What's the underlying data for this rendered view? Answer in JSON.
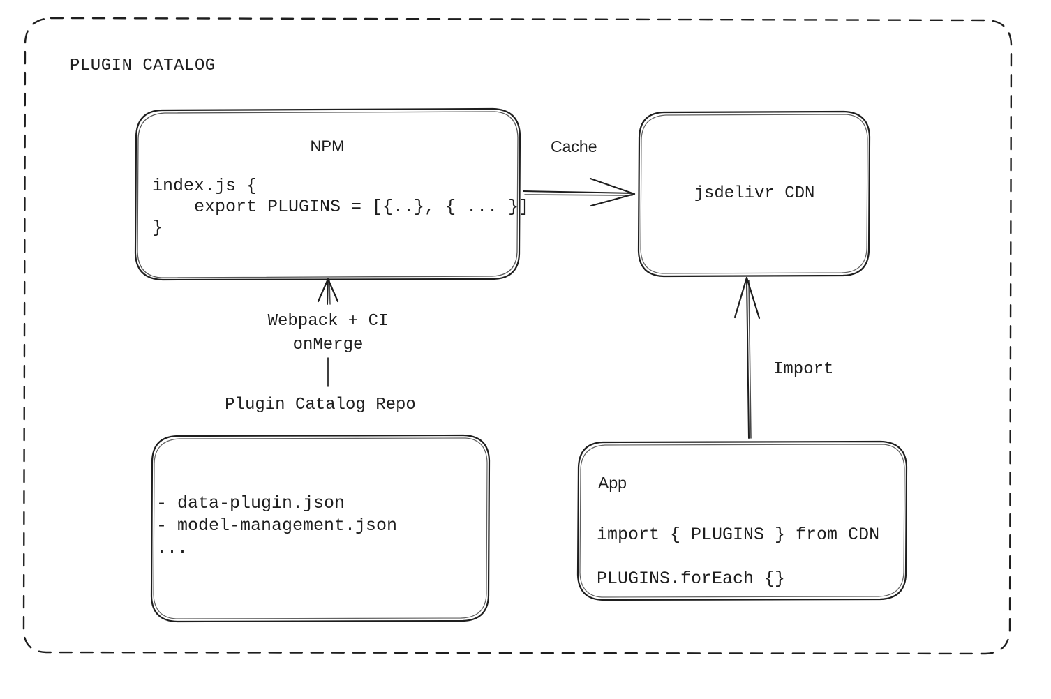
{
  "diagram": {
    "title": "PLUGIN CATALOG",
    "style": "hand-drawn sketch",
    "stroke_color": "#1e1e1e",
    "background_color": "#ffffff"
  },
  "group": {
    "label": "PLUGIN CATALOG",
    "border_style": "dashed"
  },
  "nodes": {
    "npm": {
      "title": "NPM",
      "code_lines": [
        "index.js {",
        "    export PLUGINS = [{..}, { ... }]",
        "}"
      ]
    },
    "cdn": {
      "title": "jsdelivr CDN"
    },
    "repo": {
      "caption": "Plugin Catalog Repo",
      "items": [
        "- data-plugin.json",
        "- model-management.json",
        "..."
      ]
    },
    "app": {
      "title": "App",
      "code_lines": [
        "import { PLUGINS } from CDN",
        "PLUGINS.forEach {}"
      ]
    }
  },
  "edges": {
    "npm_to_cdn": {
      "label": "Cache",
      "direction": "right"
    },
    "repo_to_npm": {
      "label_line1": "Webpack + CI",
      "label_line2": "onMerge",
      "direction": "up"
    },
    "app_to_cdn": {
      "label": "Import",
      "direction": "up"
    }
  }
}
